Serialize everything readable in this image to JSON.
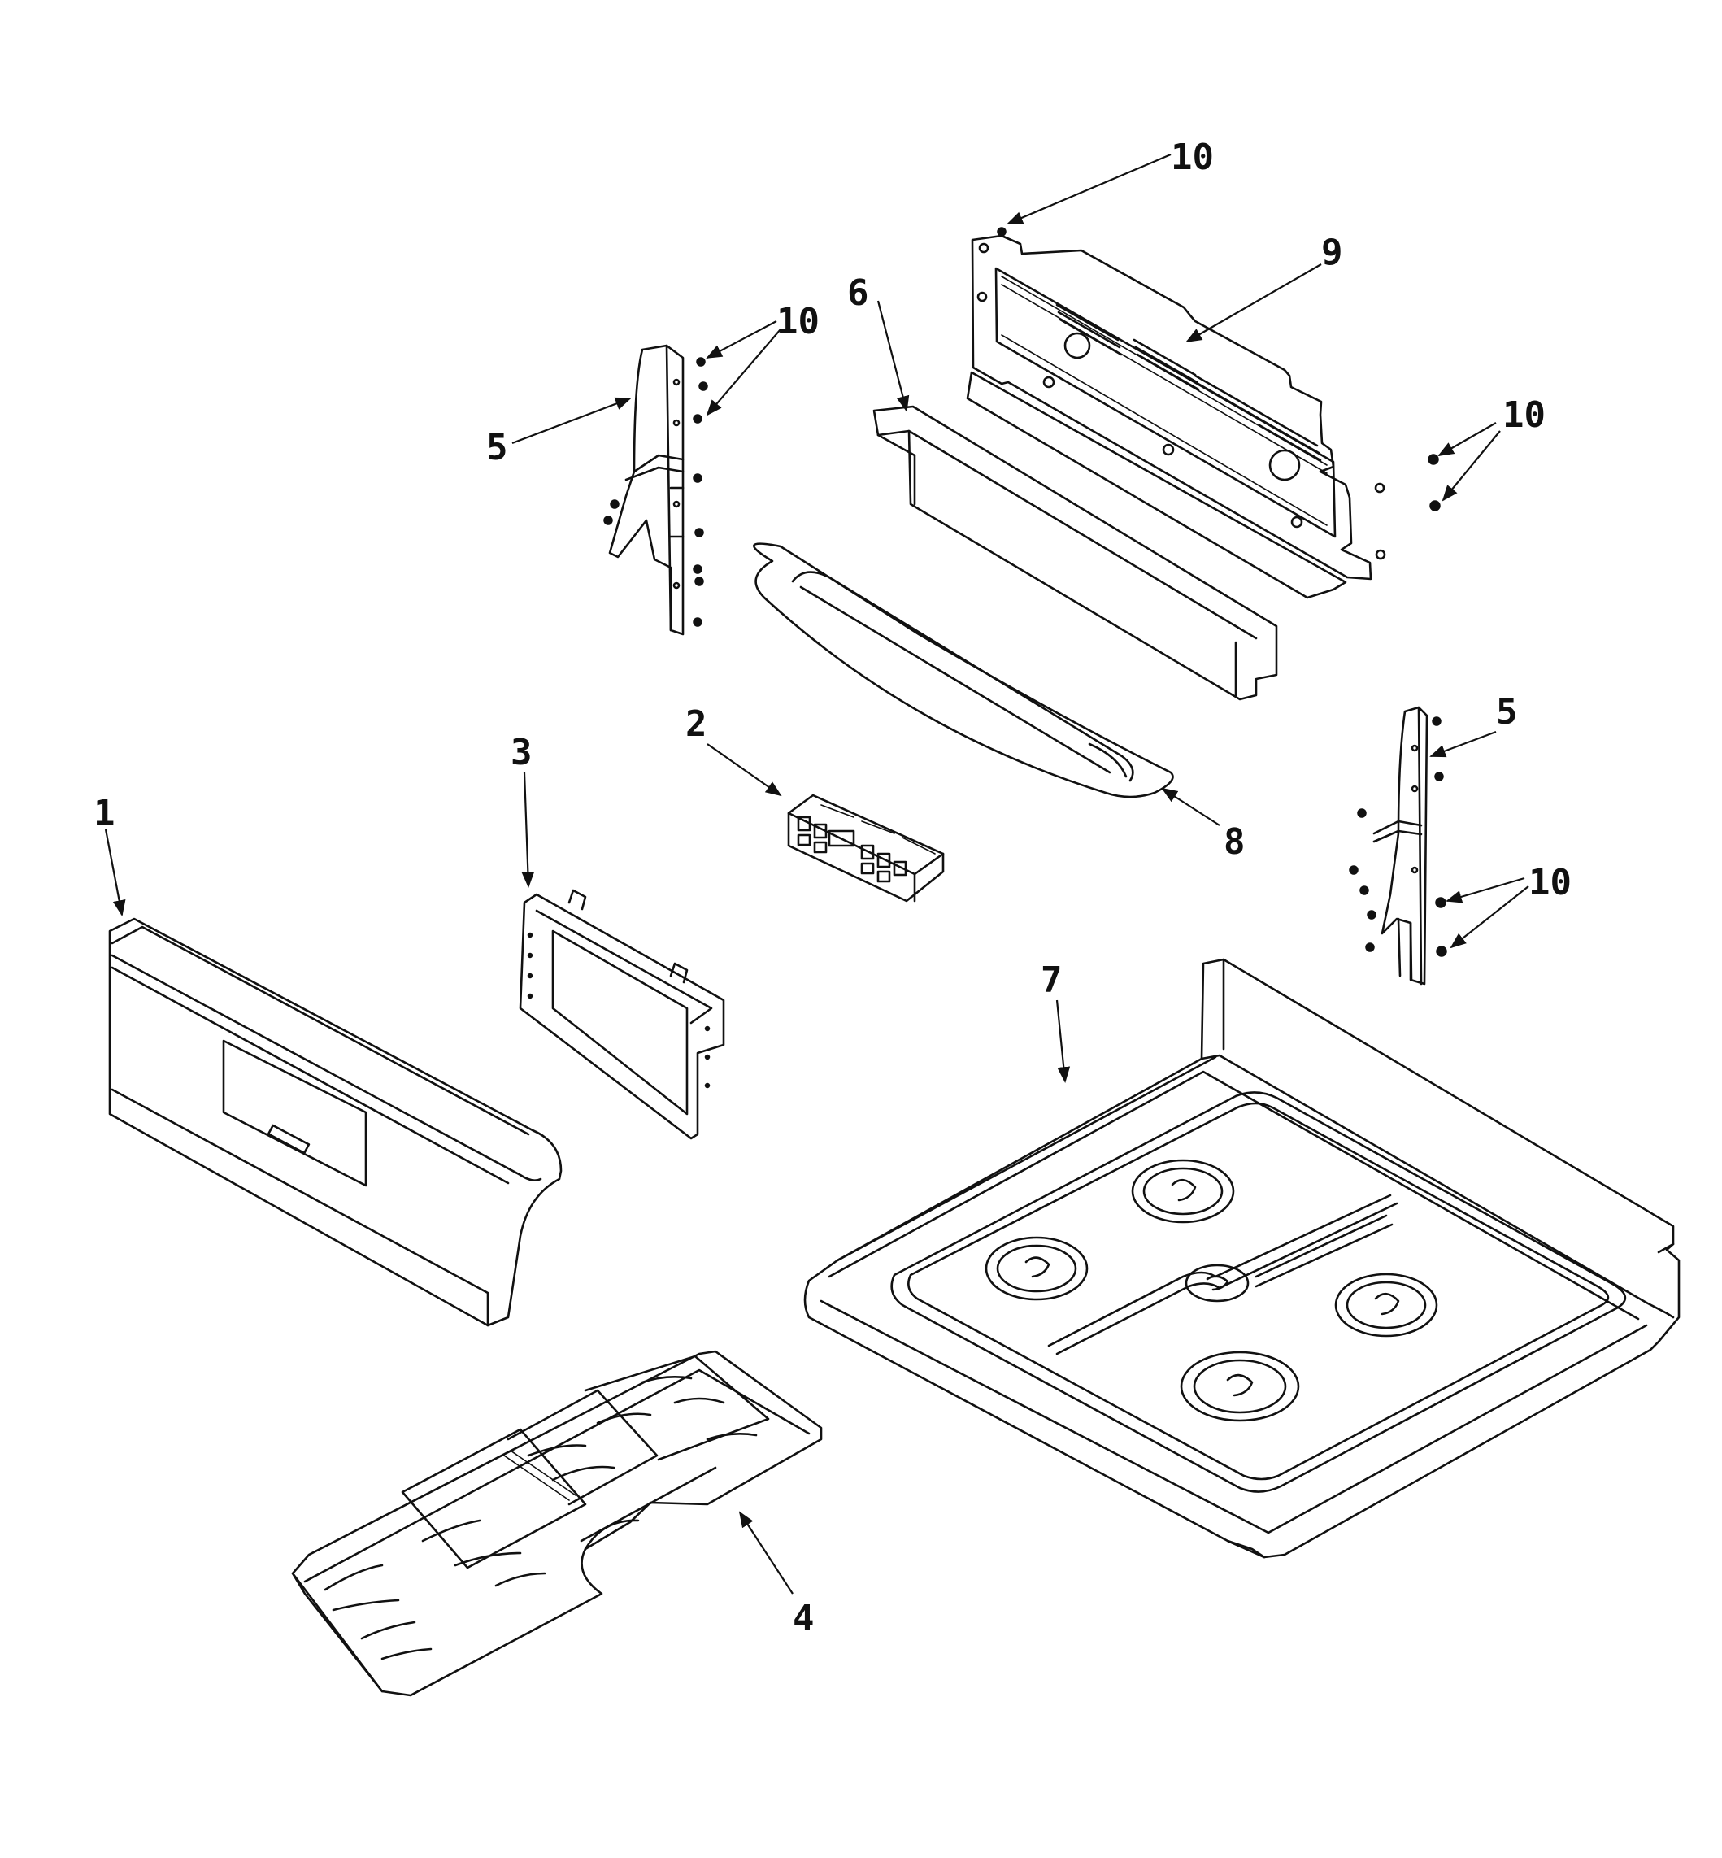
{
  "diagram": {
    "labels": [
      "1",
      "2",
      "3",
      "4",
      "5",
      "5",
      "6",
      "7",
      "8",
      "9",
      "10",
      "10",
      "10",
      "10"
    ],
    "colors": {
      "line": "#111111",
      "background": "#ffffff"
    }
  }
}
